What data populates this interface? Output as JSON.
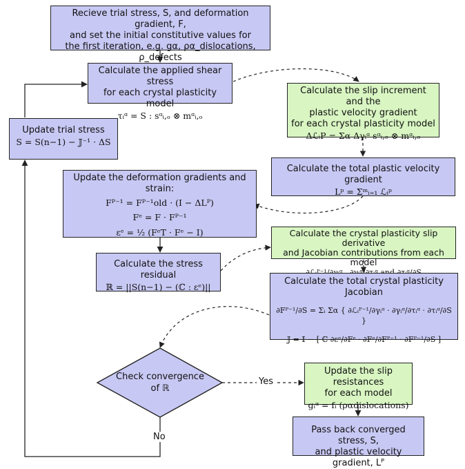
{
  "nodes": {
    "receive": {
      "line1": "Recieve trial stress, S, and deformation gradient, F,",
      "line2": "and set the initial constitutive values for",
      "line3": "the first iteration, e.g. gα, ρα_dislocations, ρ_defects"
    },
    "shear": {
      "line1": "Calculate the applied shear stress",
      "line2": "for each crystal plasticity model",
      "eq": "τᵢᵅ = S : sᵅᵢ,ₒ ⊗ mᵅᵢ,ₒ"
    },
    "slip_increment": {
      "line1": "Calculate the slip increment and the",
      "line2": "plastic velocity gradient",
      "line3": "for each crystal plasticity model",
      "eq": "ΔℒᵢP = Σα Δγᵢᵅ sᵅᵢ,ₒ ⊗ mᵅᵢ,ₒ"
    },
    "update_stress": {
      "line1": "Update trial stress",
      "eq": "S = S(n−1) − 𝕁⁻¹ · ΔS"
    },
    "total_velocity": {
      "line1": "Calculate the total plastic velocity gradient",
      "eq": "Lᵖ = Σᵐᵢ₌₁ ℒᵢᵖ"
    },
    "update_deformation": {
      "line1": "Update the deformation gradients and strain:",
      "eq1": "Fᴾ⁻¹ = Fᴾ⁻¹old · (I − ΔLᴾ)",
      "eq2": "Fᵉ = F · Fᴾ⁻¹",
      "eq3": "εᵉ = ½ (FᵉT · Fᵉ − I)"
    },
    "slip_derivative": {
      "line1": "Calculate the crystal plasticity slip derivative",
      "line2": "and Jacobian contributions from each model",
      "eq": "∂ℒᵢᴾ⁻¹/∂γᵢᵅ , ∂γᵢᵅ/∂τᵢᵅ and ∂τᵢᵅ/∂S"
    },
    "residual": {
      "line1": "Calculate the stress residual",
      "eq": "ℝ = ||S(n−1) − (ℂ : εᵉ)||"
    },
    "jacobian": {
      "line1": "Calculate the total crystal plasticity Jacobian",
      "eq1": "∂Fᴾ⁻¹/∂S = Σᵢ Σα { ∂ℒᵢᴾ⁻¹/∂γᵢᵅ · ∂γᵢᵅ/∂τᵢᵅ · ∂τᵢᵅ/∂S }",
      "eq2": "𝕁 = 𝕀 − [ ℂ ∂εᵉ/∂Fᵉ · ∂Fᵉ/∂Fᴾ⁻¹ · ∂Fᴾ⁻¹/∂S ]"
    },
    "convergence": {
      "line1": "Check convergence",
      "line2": "of ℝ"
    },
    "slip_resistance": {
      "line1": "Update the slip resistances",
      "line2": "for each model",
      "eq": "gᵢᵅ = fᵢ (ραdislocations)"
    },
    "pass_back": {
      "line1": "Pass back converged stress, S,",
      "line2": "and plastic velocity gradient, Lᴾ"
    }
  },
  "edges": {
    "yes_label": "Yes",
    "no_label": "No"
  },
  "colors": {
    "blue_fill": "#c8c8f4",
    "green_fill": "#d8f5c2",
    "stroke": "#222222"
  }
}
